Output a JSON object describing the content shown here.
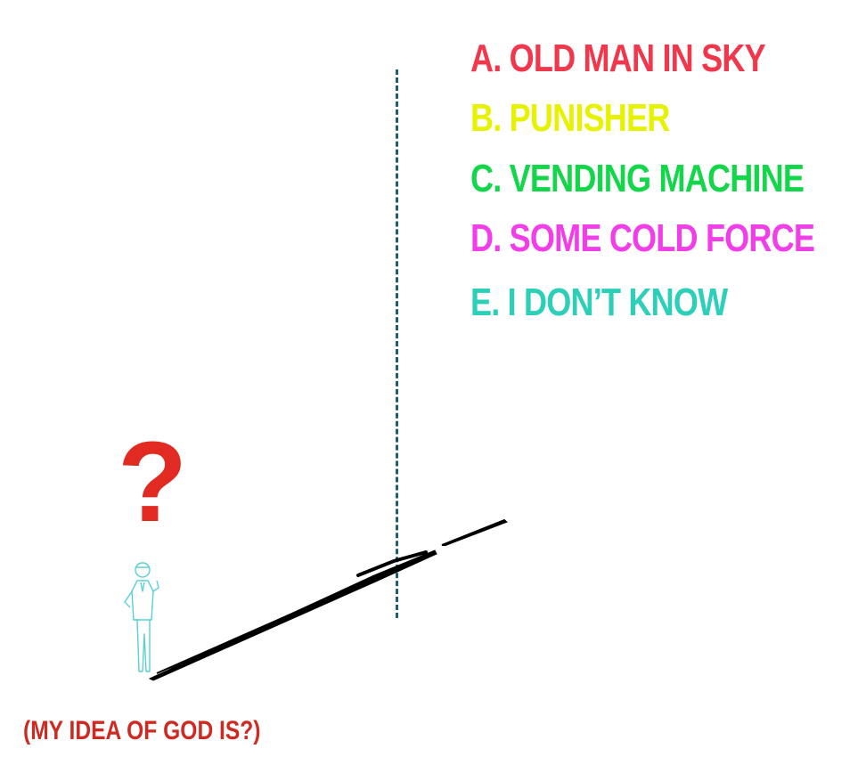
{
  "options": [
    {
      "label": "A. OLD MAN IN SKY",
      "color": "#f0374c"
    },
    {
      "label": "B. PUNISHER",
      "color": "#e6f200"
    },
    {
      "label": "C. VENDING MACHINE",
      "color": "#14d64a"
    },
    {
      "label": "D. SOME COLD FORCE",
      "color": "#f23ee8"
    },
    {
      "label": "E. I DON’T KNOW",
      "color": "#2ccfb8"
    }
  ],
  "question_mark": {
    "text": "?",
    "color": "#e02a22"
  },
  "caption": {
    "text": "(MY IDEA OF GOD IS?)",
    "color": "#cf2a22"
  },
  "divider_color": "#1f5f66",
  "figure": {
    "icon": "person-outline-icon",
    "color": "#5ad0d0"
  },
  "shadow": {
    "icon": "shadow-streak-icon",
    "color": "#000000"
  }
}
